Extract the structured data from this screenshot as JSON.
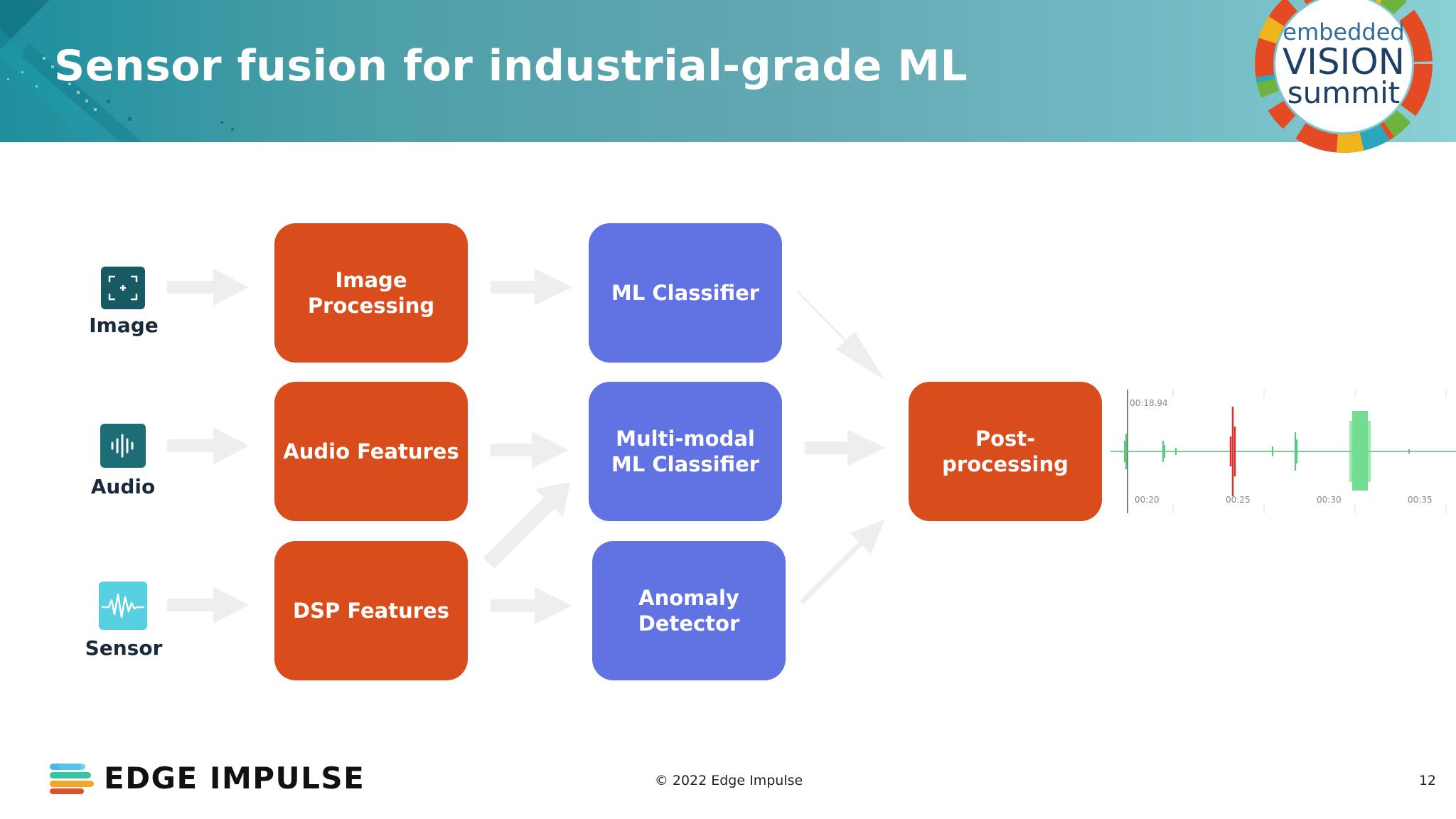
{
  "slide": {
    "title": "Sensor fusion for industrial-grade ML",
    "page_number": "12"
  },
  "event_logo": {
    "line1": "embedded",
    "line2": "VISION",
    "line3": "summit"
  },
  "sources": [
    {
      "label": "Image",
      "icon": "image-capture-icon",
      "color": "#175a63"
    },
    {
      "label": "Audio",
      "icon": "audio-waveform-icon",
      "color": "#1c6d76"
    },
    {
      "label": "Sensor",
      "icon": "sensor-signal-icon",
      "color": "#56cfe0"
    }
  ],
  "feature_blocks": [
    {
      "label": "Image\nProcessing"
    },
    {
      "label": "Audio Features"
    },
    {
      "label": "DSP Features"
    }
  ],
  "model_blocks": [
    {
      "label": "ML Classifier"
    },
    {
      "label": "Multi-modal\nML Classifier"
    },
    {
      "label": "Anomaly\nDetector"
    }
  ],
  "output_block": {
    "label": "Post-\nprocessing"
  },
  "waveform": {
    "start_time": "00:18.94",
    "ticks": [
      "00:20",
      "00:25",
      "00:30",
      "00:35"
    ]
  },
  "colors": {
    "feature": "#d94c1c",
    "model": "#6173e3",
    "arrow": "#eeeeee"
  },
  "footer": {
    "brand": "EDGE IMPULSE",
    "copyright": "© 2022 Edge Impulse"
  }
}
